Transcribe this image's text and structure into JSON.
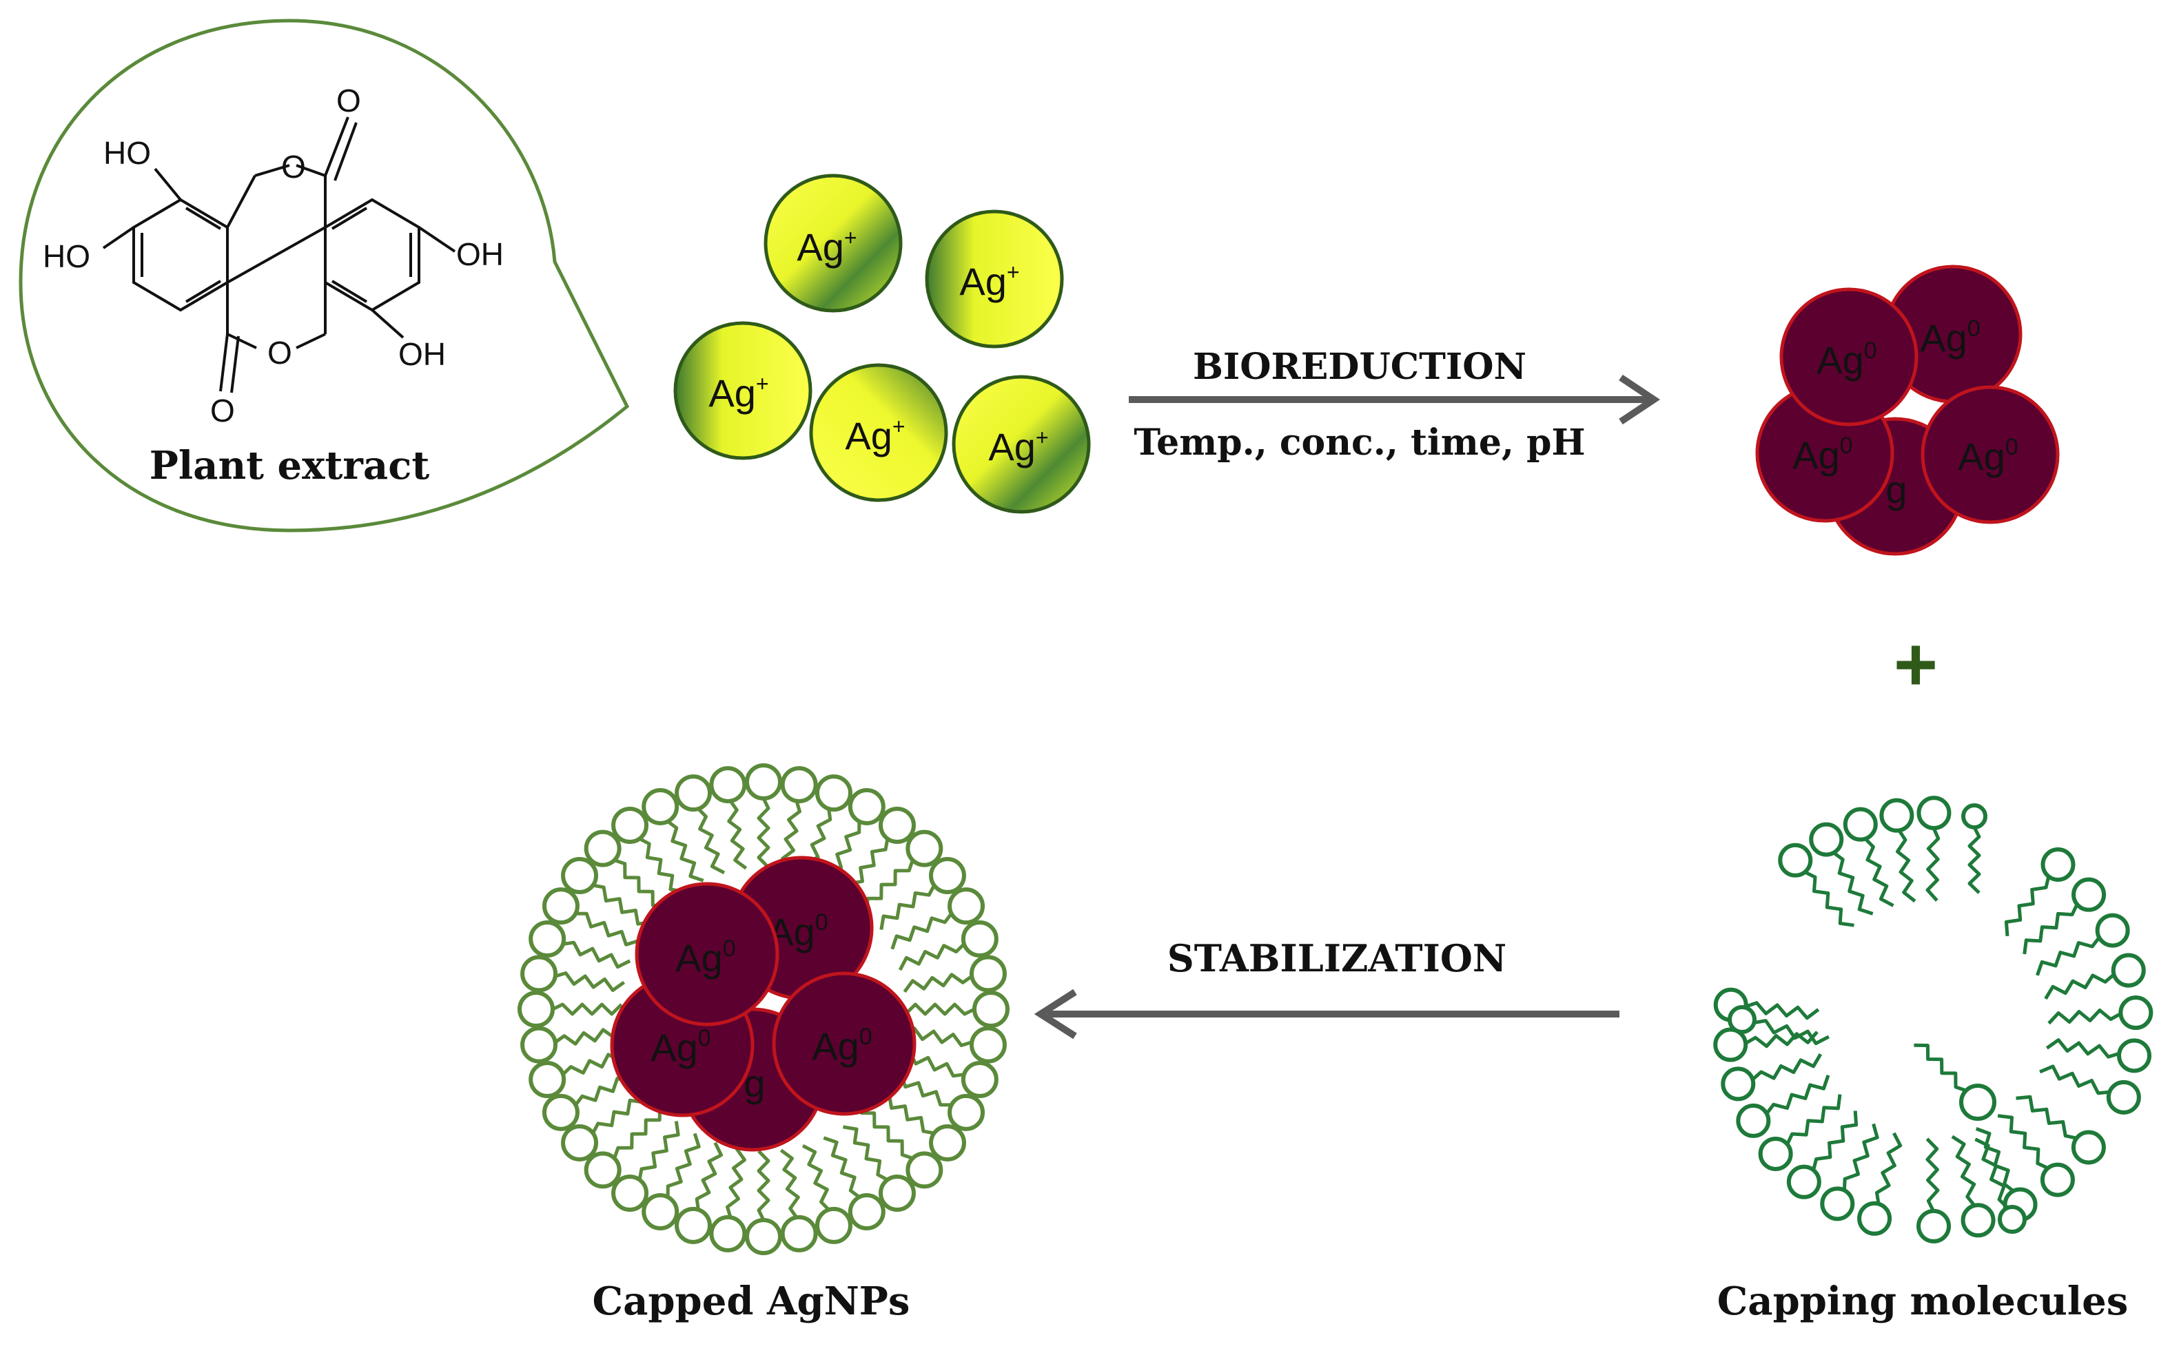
{
  "labels": {
    "plant_extract": "Plant extract",
    "bioreduction": "BIOREDUCTION",
    "conditions": "Temp., conc., time, pH",
    "stabilization": "STABILIZATION",
    "capped_agnps": "Capped AgNPs",
    "capping_molecules": "Capping molecules",
    "plus": "+"
  },
  "molecule": {
    "hydroxyl": "HO",
    "hydroxyl_right": "OH",
    "oxygen": "O"
  },
  "ions": {
    "symbol": "Ag",
    "charge": "+"
  },
  "atoms": {
    "symbol": "Ag",
    "charge": "0"
  },
  "colors": {
    "plant_outline": "#5a8a3a",
    "ion_yellow": "#f6ff2e",
    "ion_dark": "#3e7a2f",
    "atom_fill": "#5c0030",
    "atom_stroke": "#c0141c",
    "arrow": "#5a5a5a",
    "capping_green": "#1e7a3a",
    "shell_green": "#5a8a3a",
    "plus_green": "#2f5a1a"
  }
}
